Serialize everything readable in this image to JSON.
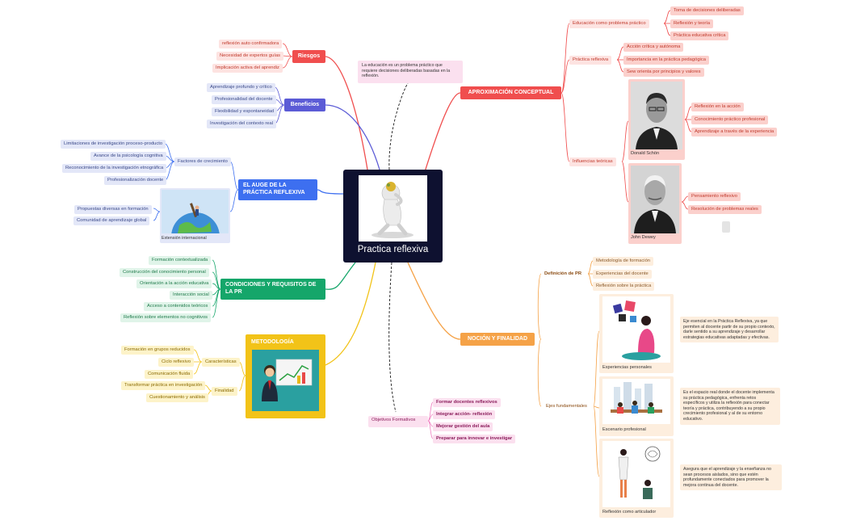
{
  "center": {
    "title": "Practica reflexiva"
  },
  "riesgos": {
    "label": "Riesgos",
    "items": [
      "reflexión auto confirmadora",
      "Necesidad de expertos guías",
      "Implicación activa del aprendiz"
    ]
  },
  "beneficios": {
    "label": "Beneficios",
    "items": [
      "Aprendizaje profundo y crítico",
      "Profesionalidad del docente",
      "Flexibilidad y espontaneidad",
      "Investigación del contexto real"
    ]
  },
  "auge": {
    "label": "EL AUGE DE LA PRÁCTICA REFLEXIVA",
    "factores_label": "Factores de crecimiento",
    "factores": [
      "Limitaciones de investigación proceso-producto",
      "Avance de la psicología cognitiva",
      "Reconocimiento de la investigación etnográfica",
      "Profesionalización docente"
    ],
    "extension_items": [
      "Propuestas diversas en formación",
      "Comunidad de aprendizaje global"
    ],
    "extension_caption": "Extensión internacional"
  },
  "condiciones": {
    "label": "CONDICIONES Y REQUISITOS DE LA PR",
    "items": [
      "Formación contextualizada",
      "Construcción del conocimiento personal",
      "Orientación a la acción educativa",
      "Interacción social",
      "Acceso a contenidos teóricos",
      "Reflexión sobre elementos no cognitivos"
    ]
  },
  "metodologia": {
    "label": "METODOLOGÍA",
    "caracteristicas_label": "Características",
    "caracteristicas": [
      "Formación en grupos reducidos",
      "Ciclo reflexivo",
      "Comunicación fluida"
    ],
    "finalidad_label": "Finalidad",
    "finalidad": [
      "Transformar práctica en investigación",
      "Cuestionamiento y análisis"
    ]
  },
  "objetivos": {
    "label": "Objetivos Formativos",
    "items": [
      "Formar docentes reflexivos",
      "Integrar acción- reflexión",
      "Mejorar gestión del aula",
      "Preparar para innovar e investigar"
    ]
  },
  "note": {
    "text": "La educación es un problema práctico que requiere decisiones deliberadas basadas en la reflexión."
  },
  "aproximacion": {
    "label": "APROXIMACIÓN CONCEPTUAL",
    "edu_label": "Educación como problema práctico",
    "edu_items": [
      "Toma de decisiones deliberadas",
      "Reflexión y teoría",
      "Práctica educativa crítica"
    ],
    "practica_label": "Práctica reflexiva",
    "practica_items": [
      "Acción crítica y autónoma",
      "Importancia en la práctica pedagógica",
      "Sew orienta por principios y valores"
    ],
    "influencias_label": "Influencias teóricas",
    "schon_caption": "Donald Schön",
    "schon_items": [
      "Reflexión en la acción",
      "Conocimiento práctico profesional",
      "Aprendizaje a través de la experiencia"
    ],
    "dewey_caption": "John Dewey",
    "dewey_items": [
      "Pensamiento reflexivo",
      "Resolución de problemas reales"
    ]
  },
  "nocion": {
    "label": "NOCIÓN Y FINALIDAD",
    "def_label": "Definición de PR",
    "def_items": [
      "Metodología de formación",
      "Experiencias del docente",
      "Reflexión sobre la práctica"
    ],
    "ejes_label": "Ejes fundamentales",
    "ejes": [
      {
        "caption": "Experiencias personales",
        "text": "Eje esencial en la Práctica Reflexiva, ya que permiten al docente partir de su propio contexto, darle sentido a su aprendizaje y desarrollar estrategias educativas adaptadas y efectivas."
      },
      {
        "caption": "Escenario profesional",
        "text": "Es el espacio real donde el docente implementa su práctica pedagógica, enfrenta retos específicos y utiliza la reflexión para conectar teoría y práctica, contribuyendo a su propio crecimiento profesional y al de su entorno educativo."
      },
      {
        "caption": "Reflexión como articulador",
        "text": "Asegura que el aprendizaje y la enseñanza no sean procesos aislados, sino que estén profundamente conectados para promover la mejora continua del docente."
      }
    ]
  },
  "colors": {
    "red": "#f04e4e",
    "blue": "#3d6ff0",
    "indigo": "#5b5bd6",
    "green": "#15a66a",
    "yellow": "#f2c318",
    "orange": "#f5a247",
    "pink": "#f07ec0",
    "center_bg": "#0e1130"
  }
}
